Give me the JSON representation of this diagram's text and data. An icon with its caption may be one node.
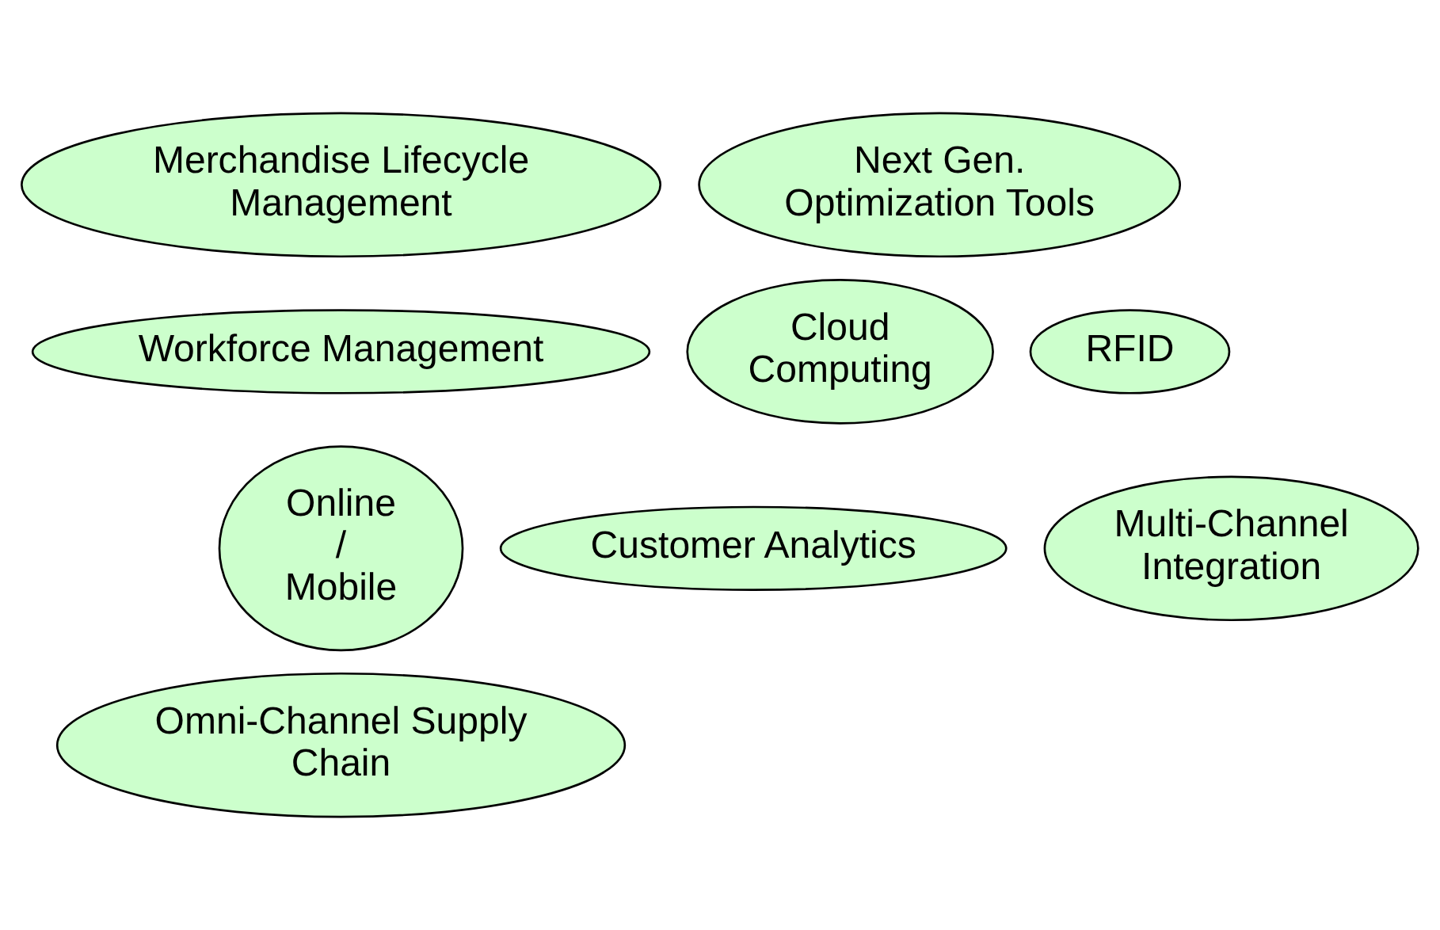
{
  "diagram": {
    "nodes": [
      {
        "text": [
          "Merchandise Lifecycle Management"
        ]
      },
      {
        "text": [
          "Next Gen. Optimization Tools"
        ]
      },
      {
        "text": [
          "Workforce Management"
        ]
      },
      {
        "text": [
          "Cloud Computing"
        ]
      },
      {
        "text": [
          "RFID"
        ]
      },
      {
        "text": [
          "Online / Mobile"
        ]
      },
      {
        "text": [
          "Customer Analytics"
        ]
      },
      {
        "text": [
          "Multi-Channel Integration"
        ]
      },
      {
        "text": [
          "Omni-Channel Supply Chain"
        ]
      }
    ],
    "edges": []
  }
}
